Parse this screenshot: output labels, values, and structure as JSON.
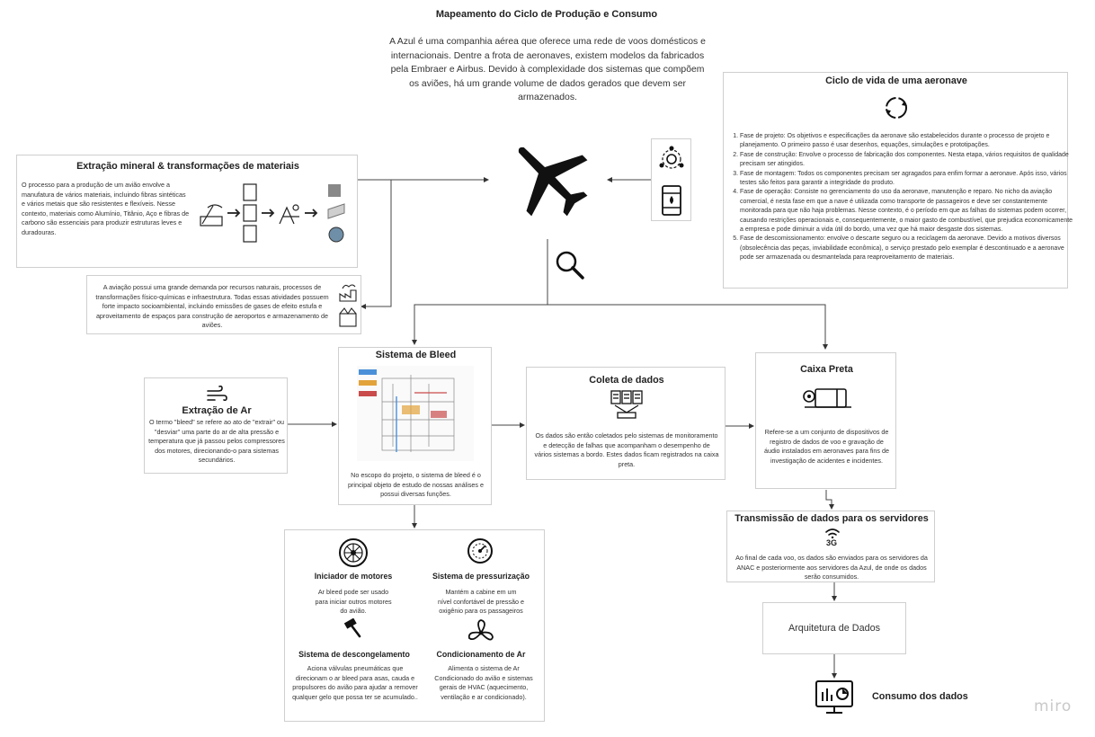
{
  "header": {
    "title": "Mapeamento do Ciclo de Produção e Consumo",
    "intro": "A Azul é uma companhia aérea que oferece uma rede de voos domésticos e internacionais. Dentre a frota de aeronaves, existem modelos da fabricados pela Embraer e Airbus. Devido à complexidade dos sistemas que compõem os aviões, há um grande volume de dados gerados que devem ser armazenados."
  },
  "extracao_mineral": {
    "title": "Extração mineral & transformações de materiais",
    "text": "O processo para a produção de um avião envolve a manufatura de vários materiais, incluindo fibras sintéticas e vários metais que são resistentes e flexíveis. Nesse contexto, materiais como Alumínio, Titânio, Aço e fibras de carbono são essenciais para produzir estruturas leves e duradouras."
  },
  "impacto": {
    "text": "A aviação possui uma grande demanda por recursos naturais, processos de transformações físico-químicas e infraestrutura. Todas essas atividades possuem forte impacto socioambiental, incluindo emissões de gases de efeito estufa e aproveitamento de espaços para construção de aeroportos e armazenamento de aviões."
  },
  "ciclo_vida": {
    "title": "Ciclo de vida de uma aeronave",
    "steps": [
      "Fase de projeto: Os objetivos e especificações da aeronave são estabelecidos durante o processo de projeto e planejamento. O primeiro passo é usar desenhos, equações, simulações e prototipações.",
      "Fase de construção: Envolve o processo de fabricação dos componentes. Nesta etapa, vários requisitos de qualidade precisam ser atingidos.",
      "Fase de montagem: Todos os componentes precisam ser agragados para enfim formar a aeronave. Após isso, vários testes são feitos para garantir a integridade do produto.",
      "Fase de operação: Consiste no gerenciamento do uso da aeronave, manutenção e reparo. No nicho da aviação comercial, é nesta fase em que a nave é utilizada como transporte de passageiros e deve ser constantemente monitorada para que não haja problemas. Nesse contexto, é o período em que as falhas do sistemas podem ocorrer, causando restrições operacionais e, consequentemente, o maior gasto de combustível, que prejudica economicamente a empresa e pode diminuir a vida útil do bordo, uma vez que há maior desgaste dos sistemas.",
      "Fase de descomissionamento: envolve o descarte seguro ou a reciclagem da aeronave. Devido a motivos diversos (obsolecência das peças, inviabilidade econômica), o serviço prestado pelo exemplar é descontinuado e a aeronave pode ser armazenada ou desmantelada para reaproveitamento de materiais."
    ]
  },
  "extracao_ar": {
    "title": "Extração de Ar",
    "text": "O termo \"bleed\" se refere ao ato de \"extrair\" ou \"desviar\" uma parte do ar de alta pressão e temperatura que já passou pelos compressores dos motores, direcionando-o para sistemas secundários."
  },
  "bleed": {
    "title": "Sistema de Bleed",
    "text": "No escopo do projeto, o sistema de bleed é o principal objeto de estudo de nossas análises e possui diversas funções."
  },
  "coleta": {
    "title": "Coleta de dados",
    "text": "Os dados são então coletados pelo sistemas de monitoramento e detecção de falhas que acompanham o desempenho de vários sistemas a bordo. Estes dados ficam registrados na caixa preta."
  },
  "caixa_preta": {
    "title": "Caixa Preta",
    "text": "Refere-se a um conjunto de dispositivos de registro de dados de voo e gravação de áudio instalados em aeronaves para fins de investigação de acidentes e incidentes."
  },
  "transmissao": {
    "title": "Transmissão de dados para os servidores",
    "badge": "3G",
    "text": "Ao final de cada voo, os dados são enviados para os servidores da ANAC e posteriormente aos servidores da Azul, de onde os dados serão consumidos."
  },
  "arquitetura": {
    "label": "Arquitetura de Dados"
  },
  "consumo": {
    "label": "Consumo dos dados"
  },
  "funcoes": {
    "iniciador": {
      "title": "Iniciador de motores",
      "text": "Ar bleed pode ser usado para iniciar outros motores do avião."
    },
    "pressurizacao": {
      "title": "Sistema de pressurização",
      "text": "Mantém a cabine em um nível confortável de pressão e oxigênio para os passageiros"
    },
    "descongelamento": {
      "title": "Sistema de descongelamento",
      "text": "Aciona válvulas pneumáticas que direcionam o ar bleed para asas, cauda e propulsores do avião para ajudar a remover qualquer gelo que possa ter se acumulado.."
    },
    "condicionamento": {
      "title": "Condicionamento de Ar",
      "text": "Alimenta o sistema de Ar Condicionado do avião e sistemas gerais de HVAC (aquecimento, ventilação e ar condicionado)."
    }
  },
  "branding": {
    "watermark": "miro"
  }
}
